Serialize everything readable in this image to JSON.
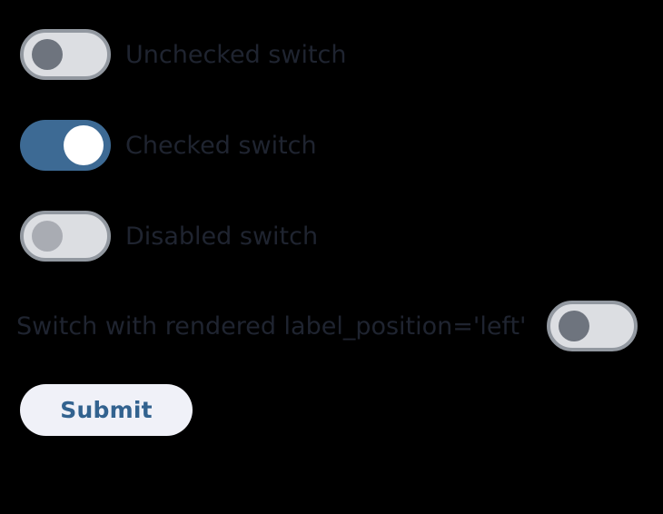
{
  "page": {
    "background_color": "#000000"
  },
  "colors": {
    "switch_on_track": "#3d6a94",
    "switch_off_track": "#dcdee2",
    "switch_off_border": "#9298a0",
    "switch_off_knob": "#6e747e",
    "switch_disabled_knob": "#a9acb3",
    "switch_on_knob": "#ffffff",
    "label_text": "#1f2430",
    "button_background": "#f0f1f8",
    "button_text": "#32628f"
  },
  "form": {
    "switches": [
      {
        "id": "unchecked-switch",
        "label": "Unchecked switch",
        "state": "off",
        "checked": false,
        "disabled": false,
        "label_position": "right"
      },
      {
        "id": "checked-switch",
        "label": "Checked switch",
        "state": "on",
        "checked": true,
        "disabled": false,
        "label_position": "right"
      },
      {
        "id": "disabled-switch",
        "label": "Disabled switch",
        "state": "disabled",
        "checked": false,
        "disabled": true,
        "label_position": "right"
      },
      {
        "id": "label-left-switch",
        "label": "Switch with rendered label_position='left'",
        "state": "off",
        "checked": false,
        "disabled": false,
        "label_position": "left"
      }
    ],
    "submit": {
      "label": "Submit"
    }
  }
}
